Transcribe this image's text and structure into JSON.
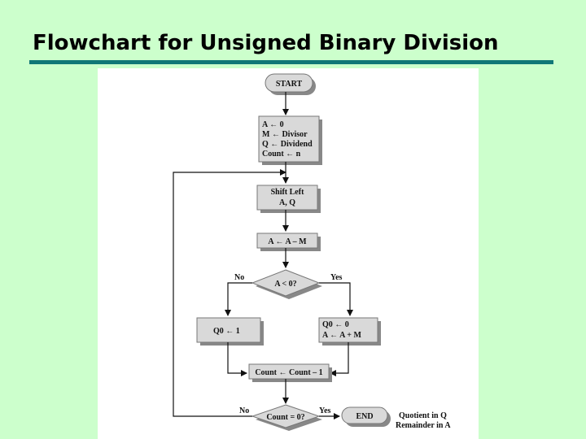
{
  "slide": {
    "title": "Flowchart for Unsigned Binary Division"
  },
  "flowchart": {
    "start": "START",
    "init": [
      "A ← 0",
      "M ← Divisor",
      "Q ← Dividend",
      "Count ← n"
    ],
    "shift_left": [
      "Shift Left",
      "A, Q"
    ],
    "subtract": "A ← A – M",
    "decision_sign": "A < 0?",
    "sign_no": "No",
    "sign_yes": "Yes",
    "set_q0": "Q0 ← 1",
    "restore": [
      "Q0 ← 0",
      "A ← A + M"
    ],
    "decrement": "Count ← Count – 1",
    "decision_count": "Count = 0?",
    "count_no": "No",
    "count_yes": "Yes",
    "end": "END",
    "result_notes": [
      "Quotient in Q",
      "Remainder in A"
    ]
  }
}
